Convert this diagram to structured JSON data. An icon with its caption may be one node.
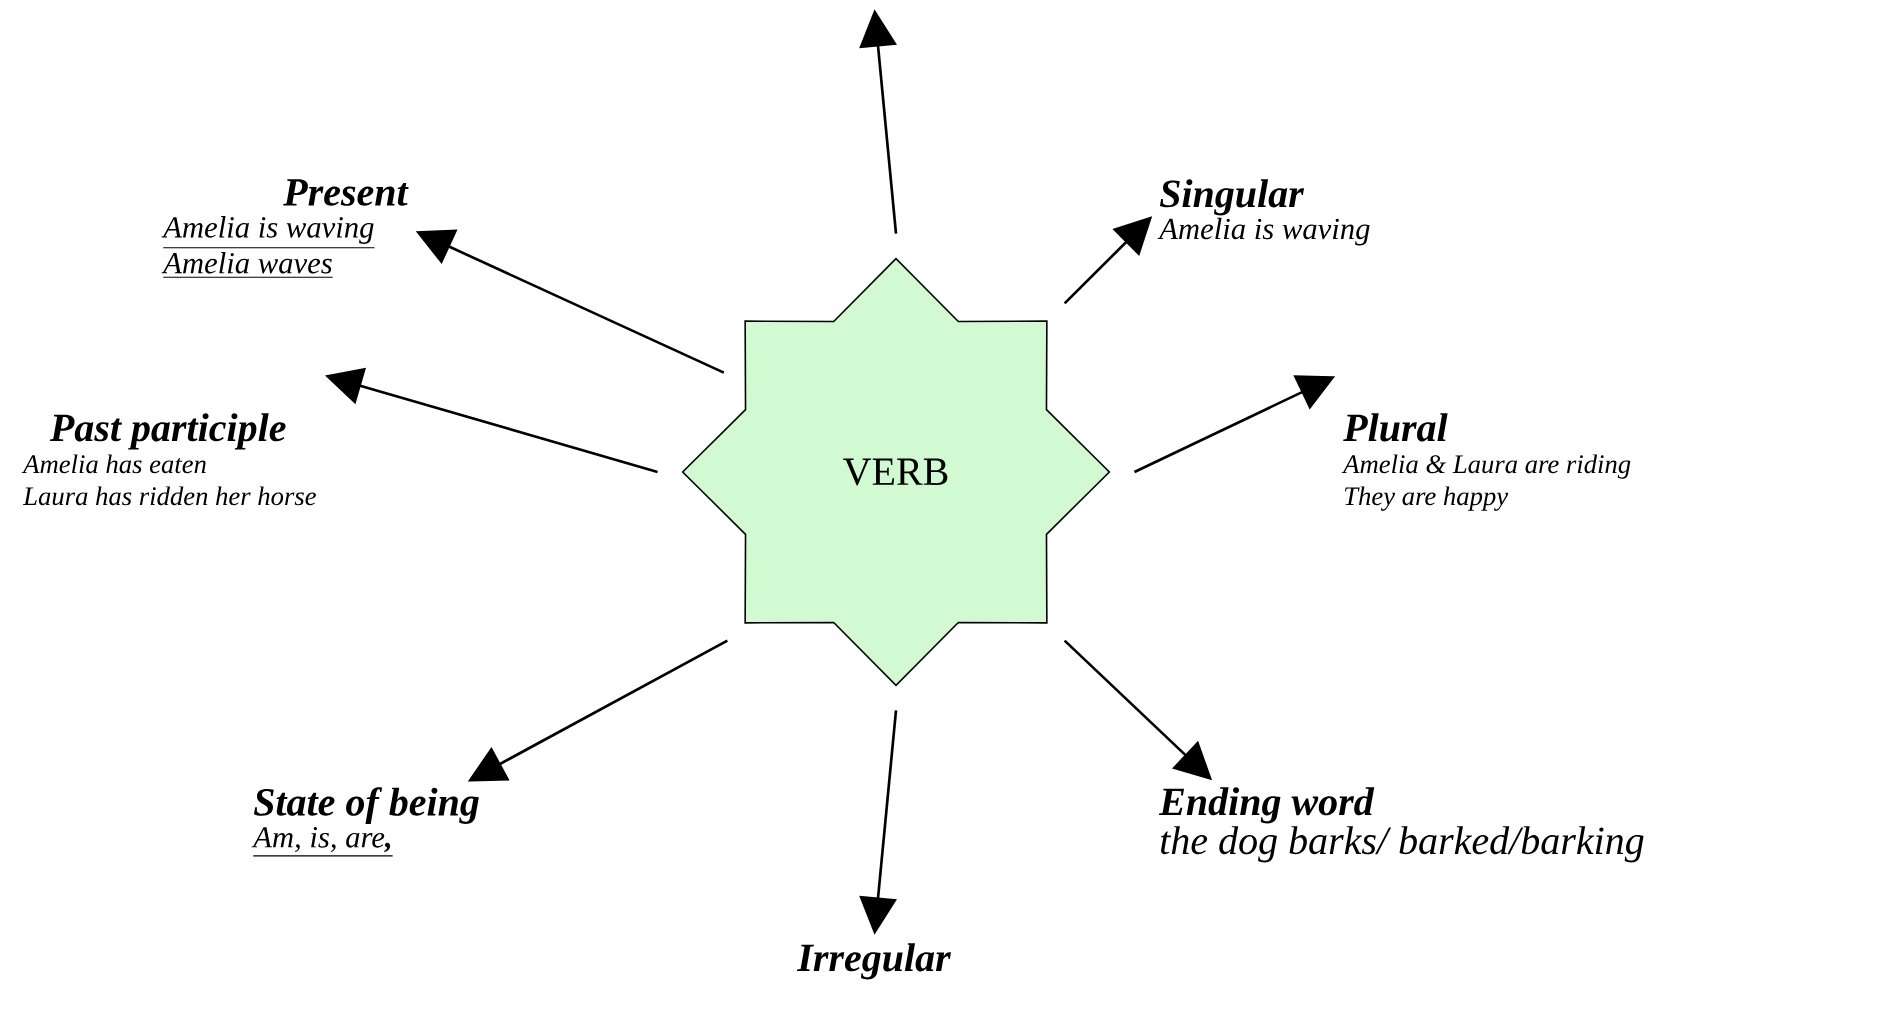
{
  "diagram": {
    "nodes": [
      {
        "text": [
          "VERB"
        ]
      },
      {
        "text": [
          "Present",
          "Amelia is waving",
          "Amelia waves"
        ]
      },
      {
        "text": [
          "Singular",
          "Amelia is waving"
        ]
      },
      {
        "text": [
          "Past participle",
          "Amelia has eaten",
          "Laura has ridden her horse"
        ]
      },
      {
        "text": [
          "Plural",
          "Amelia & Laura are riding",
          "They are happy"
        ]
      },
      {
        "text": [
          "State of being",
          "Am, is, are**,**"
        ]
      },
      {
        "text": [
          "Irregular"
        ]
      },
      {
        "text": [
          "Ending word",
          "the dog barks/ barked/barking"
        ]
      }
    ],
    "edges": [
      {
        "from": 0,
        "to": null,
        "arrow": "to"
      },
      {
        "from": 0,
        "to": 1,
        "arrow": "to"
      },
      {
        "from": 0,
        "to": 2,
        "arrow": "to"
      },
      {
        "from": 0,
        "to": 3,
        "arrow": "to"
      },
      {
        "from": 0,
        "to": 4,
        "arrow": "to"
      },
      {
        "from": 0,
        "to": 5,
        "arrow": "to"
      },
      {
        "from": 0,
        "to": 6,
        "arrow": "to"
      },
      {
        "from": 0,
        "to": 7,
        "arrow": "to"
      }
    ]
  }
}
